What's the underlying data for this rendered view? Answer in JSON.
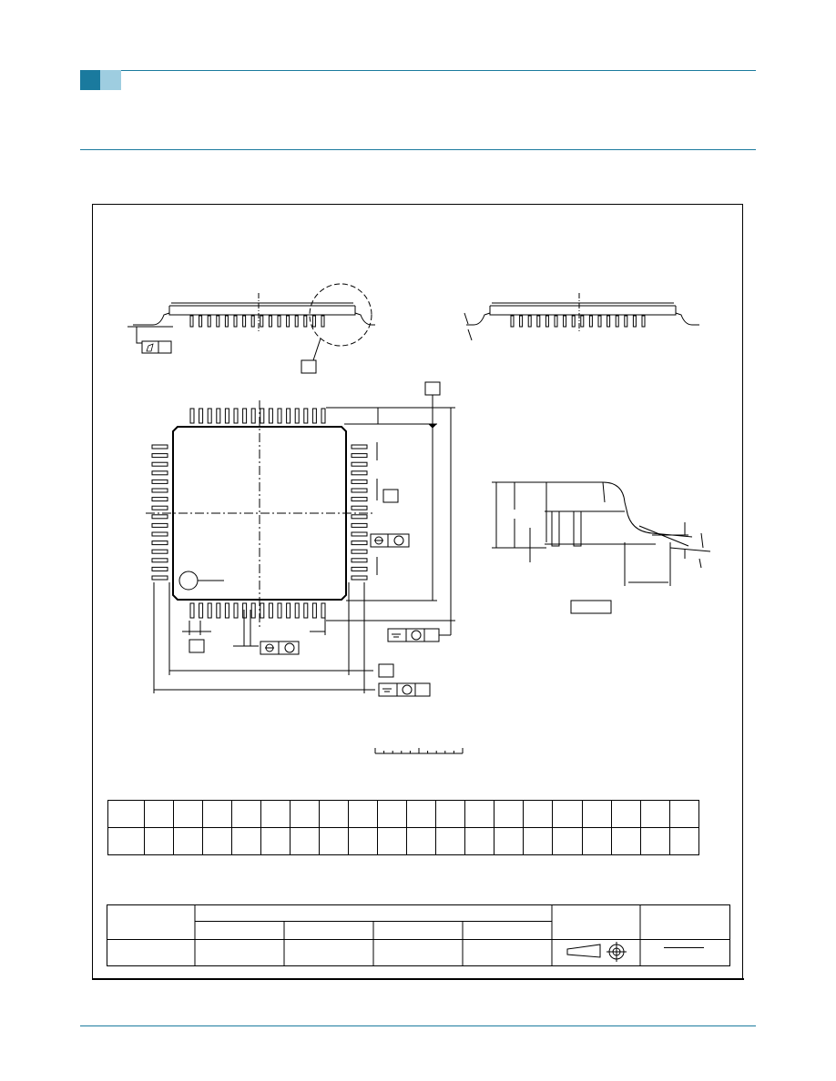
{
  "header": {
    "brand_colors": {
      "dark": "#1a7a9e",
      "light": "#9ecde0",
      "rule": "#1a7a9e"
    }
  },
  "outline": {
    "datum_labels": [],
    "dimension_values": []
  },
  "scale_bar": {
    "ticks": 10
  },
  "dimensions_table": {
    "columns": 20,
    "rows": 2
  },
  "outline_version_table": {
    "headers": []
  }
}
